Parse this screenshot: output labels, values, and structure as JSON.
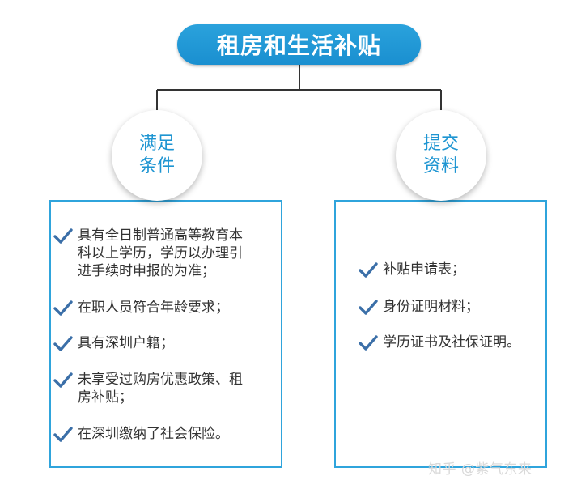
{
  "title": "租房和生活补贴",
  "left_panel": {
    "heading_line1": "满足",
    "heading_line2": "条件",
    "items": [
      "具有全日制普通高等教育本\n科以上学历，学历以办理引\n进手续时申报的为准；",
      "在职人员符合年龄要求；",
      "具有深圳户籍；",
      "未享受过购房优惠政策、租\n房补贴；",
      "在深圳缴纳了社会保险。"
    ]
  },
  "right_panel": {
    "heading_line1": "提交",
    "heading_line2": "资料",
    "items": [
      "补贴申请表；",
      "身份证明材料；",
      "学历证书及社保证明。"
    ]
  },
  "watermark": "知乎 @紫气东来",
  "colors": {
    "primary_blue": "#1e95d2",
    "check_blue": "#3b6fa8",
    "line": "#333333"
  },
  "icons": {
    "bullet": "check-icon"
  }
}
